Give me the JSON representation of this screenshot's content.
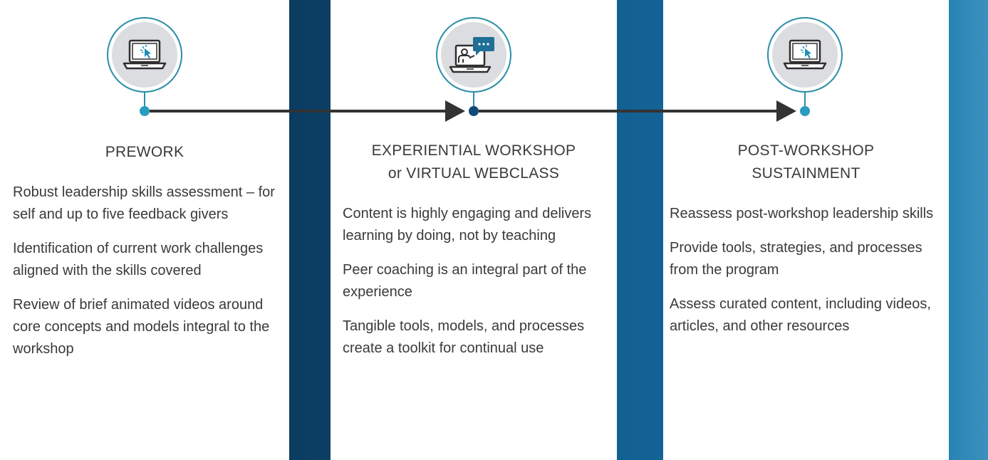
{
  "stages": [
    {
      "title": "PREWORK",
      "icon": "laptop-cursor-icon",
      "items": [
        "Robust leadership skills assessment – for self and up to five feedback givers",
        "Identification of current work challenges aligned with the skills covered",
        "Review of brief animated videos around core concepts and models integral to the workshop"
      ]
    },
    {
      "title_line1": "EXPERIENTIAL WORKSHOP",
      "title_line2": "or VIRTUAL WEBCLASS",
      "icon": "laptop-presenter-chat-icon",
      "items": [
        "Content is highly engaging and delivers learning by doing, not by teaching",
        "Peer coaching is an integral part of the experience",
        "Tangible tools, models, and processes create a toolkit for continual use"
      ]
    },
    {
      "title_line1": "POST-WORKSHOP",
      "title_line2": "SUSTAINMENT",
      "icon": "laptop-cursor-icon",
      "items": [
        "Reassess post-workshop leadership skills",
        "Provide tools, strategies, and processes from the program",
        "Assess curated content, including videos, articles, and other resources"
      ]
    }
  ],
  "colors": {
    "accent_teal": "#2a9cc0",
    "accent_navy": "#0f4a7a",
    "timeline": "#333333",
    "text": "#3a3a3a"
  }
}
